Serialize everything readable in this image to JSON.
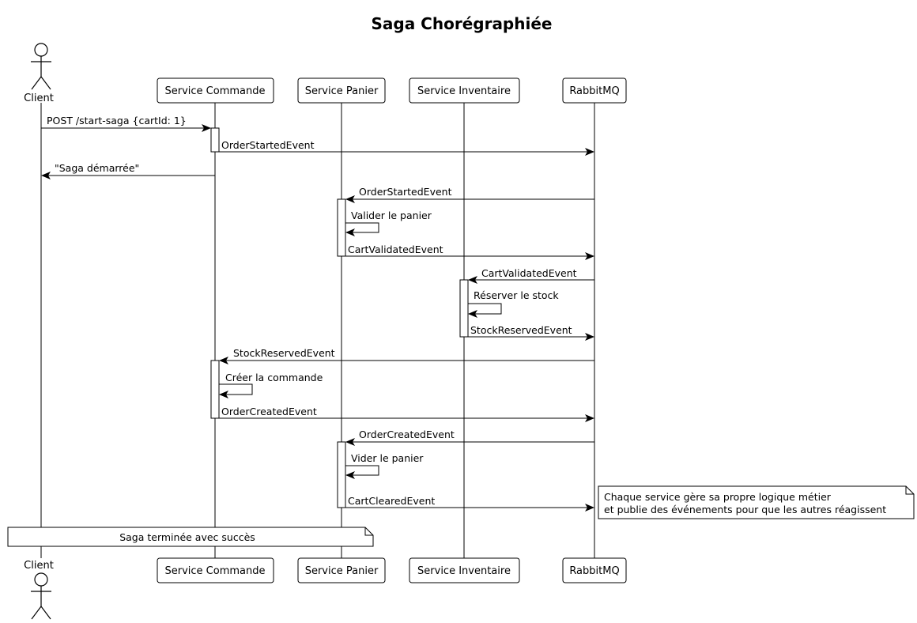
{
  "title": "Saga Chorégraphiée",
  "actor": {
    "id": "client",
    "label": "Client"
  },
  "participants": [
    {
      "id": "commande",
      "label": "Service Commande"
    },
    {
      "id": "panier",
      "label": "Service Panier"
    },
    {
      "id": "inventaire",
      "label": "Service Inventaire"
    },
    {
      "id": "rabbitmq",
      "label": "RabbitMQ"
    }
  ],
  "messages": [
    {
      "from": "client",
      "to": "commande",
      "label": "POST /start-saga {cartId: 1}"
    },
    {
      "from": "commande",
      "to": "rabbitmq",
      "label": "OrderStartedEvent"
    },
    {
      "from": "commande",
      "to": "client",
      "label": "\"Saga démarrée\""
    },
    {
      "from": "rabbitmq",
      "to": "panier",
      "label": "OrderStartedEvent"
    },
    {
      "from": "panier",
      "to": "panier",
      "label": "Valider le panier"
    },
    {
      "from": "panier",
      "to": "rabbitmq",
      "label": "CartValidatedEvent"
    },
    {
      "from": "rabbitmq",
      "to": "inventaire",
      "label": "CartValidatedEvent"
    },
    {
      "from": "inventaire",
      "to": "inventaire",
      "label": "Réserver le stock"
    },
    {
      "from": "inventaire",
      "to": "rabbitmq",
      "label": "StockReservedEvent"
    },
    {
      "from": "rabbitmq",
      "to": "commande",
      "label": "StockReservedEvent"
    },
    {
      "from": "commande",
      "to": "commande",
      "label": "Créer la commande"
    },
    {
      "from": "commande",
      "to": "rabbitmq",
      "label": "OrderCreatedEvent"
    },
    {
      "from": "rabbitmq",
      "to": "panier",
      "label": "OrderCreatedEvent"
    },
    {
      "from": "panier",
      "to": "panier",
      "label": "Vider le panier"
    },
    {
      "from": "panier",
      "to": "rabbitmq",
      "label": "CartClearedEvent"
    }
  ],
  "notes": [
    {
      "lines": [
        "Chaque service gère sa propre logique métier",
        "et publie des événements pour que les autres réagissent"
      ]
    },
    {
      "lines": [
        "Saga terminée avec succès"
      ]
    }
  ]
}
